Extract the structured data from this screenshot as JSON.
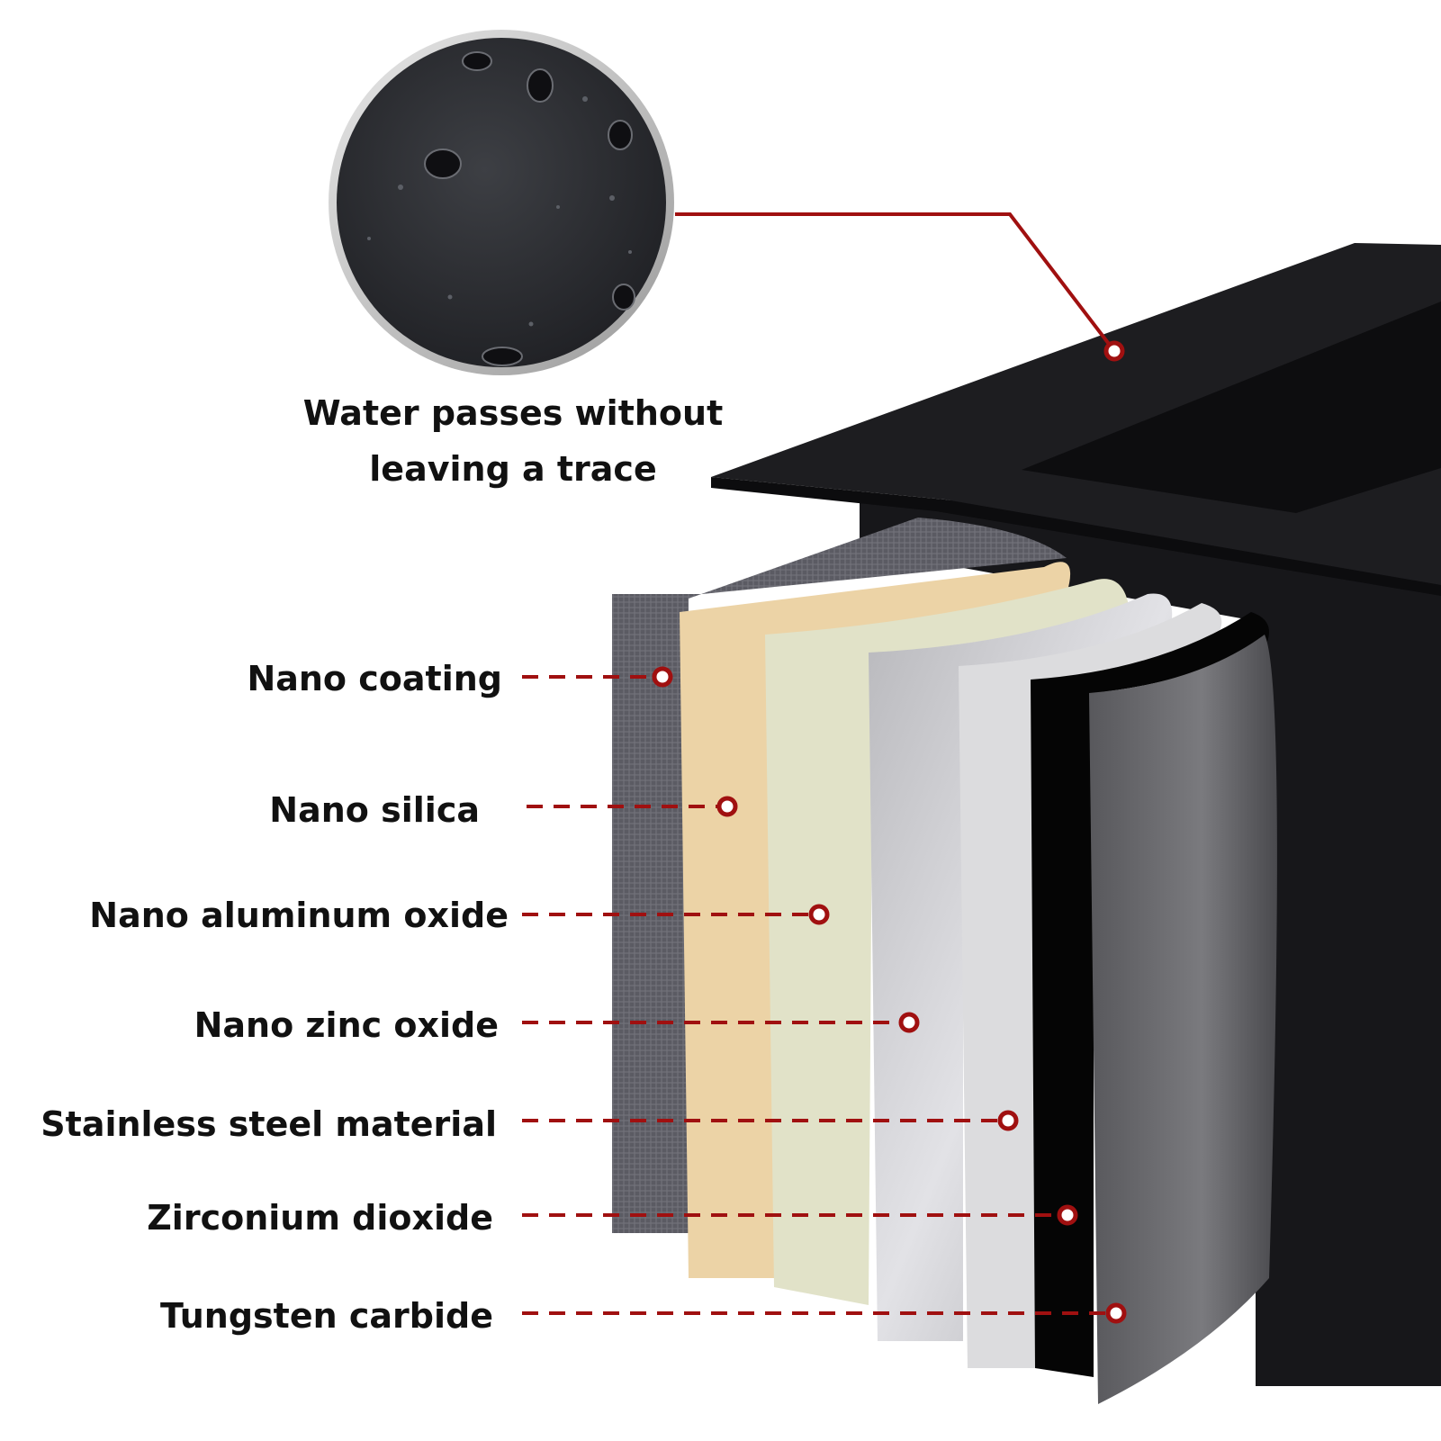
{
  "caption": {
    "line1": "Water passes without",
    "line2": "leaving a trace"
  },
  "layers": [
    {
      "label": "Nano coating"
    },
    {
      "label": "Nano silica"
    },
    {
      "label": "Nano aluminum oxide"
    },
    {
      "label": "Nano zinc oxide"
    },
    {
      "label": "Stainless steel material"
    },
    {
      "label": "Zirconium dioxide"
    },
    {
      "label": "Tungsten carbide"
    }
  ],
  "colors": {
    "callout_line": "#a01010",
    "sink": "#1c1c1e",
    "layer_fabric": "#5e5e66",
    "layer_tan": "#ecd3a6",
    "layer_cream": "#e1e2c8",
    "layer_silver": "#c7c7cb",
    "layer_light": "#dcdcde",
    "layer_black": "#050505",
    "layer_gray": "#6a6a6e"
  }
}
